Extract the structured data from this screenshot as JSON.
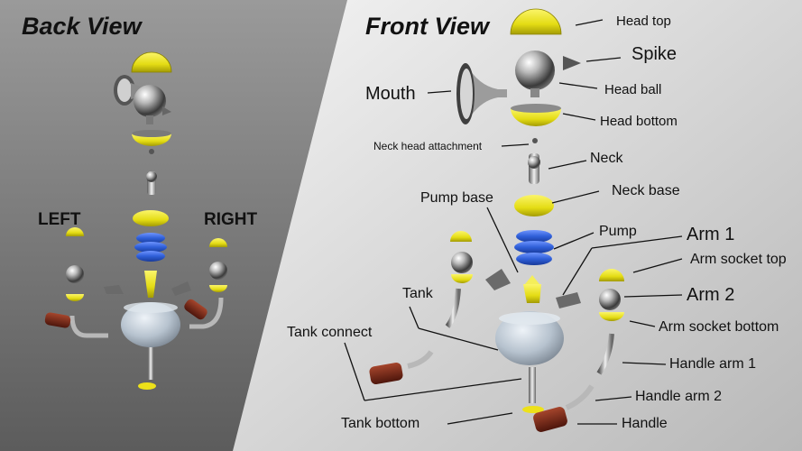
{
  "titles": {
    "back": "Back View",
    "front": "Front View"
  },
  "sides": {
    "left": "LEFT",
    "right": "RIGHT"
  },
  "labels": {
    "head_top": "Head top",
    "spike": "Spike",
    "mouth": "Mouth",
    "head_ball": "Head ball",
    "head_bottom": "Head bottom",
    "neck_head_attachment": "Neck head attachment",
    "neck": "Neck",
    "neck_base": "Neck base",
    "pump_base": "Pump base",
    "pump": "Pump",
    "arm_1": "Arm 1",
    "arm_socket_top": "Arm socket top",
    "arm_2": "Arm 2",
    "tank": "Tank",
    "arm_socket_bottom": "Arm socket bottom",
    "tank_connect": "Tank connect",
    "handle_arm_1": "Handle arm 1",
    "handle_arm_2": "Handle arm 2",
    "tank_bottom": "Tank bottom",
    "handle": "Handle"
  },
  "colors": {
    "back_panel": "#6a6a6a",
    "front_panel": "#e4e4e4",
    "yellow": "#e6de1a",
    "blue": "#2f5fd8",
    "metal": "#9a9a9a",
    "wood": "#7a2a1a",
    "glass": "#b8c4d0"
  }
}
